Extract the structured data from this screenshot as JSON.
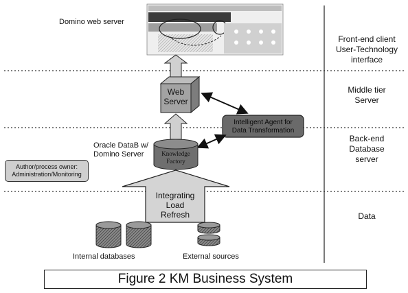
{
  "labels": {
    "domino": "Domino web server",
    "web_server_1": "Web",
    "web_server_2": "Server",
    "agent_1": "Intelligent Agent for",
    "agent_2": "Data Transformation",
    "oracle_1": "Oracle DataB w/",
    "oracle_2": "Domino Server",
    "knowledge_1": "Knowledge",
    "knowledge_2": "Factory",
    "owner_1": "Author/process owner:",
    "owner_2": "Administration/Monitoring",
    "integrating_1": "Integrating",
    "integrating_2": "Load",
    "integrating_3": "Refresh",
    "internal": "Internal databases",
    "external": "External sources"
  },
  "tiers": {
    "front_1": "Front-end client",
    "front_2": "User-Technology",
    "front_3": "interface",
    "middle_1": "Middle tier",
    "middle_2": "Server",
    "back_1": "Back-end",
    "back_2": "Database",
    "back_3": "server",
    "data": "Data"
  },
  "caption": "Figure 2 KM Business System",
  "colors": {
    "box_gray": "#9a9a9a",
    "dark_gray": "#6a6a6a",
    "light_gray": "#d9d9d9",
    "line": "#222222"
  }
}
